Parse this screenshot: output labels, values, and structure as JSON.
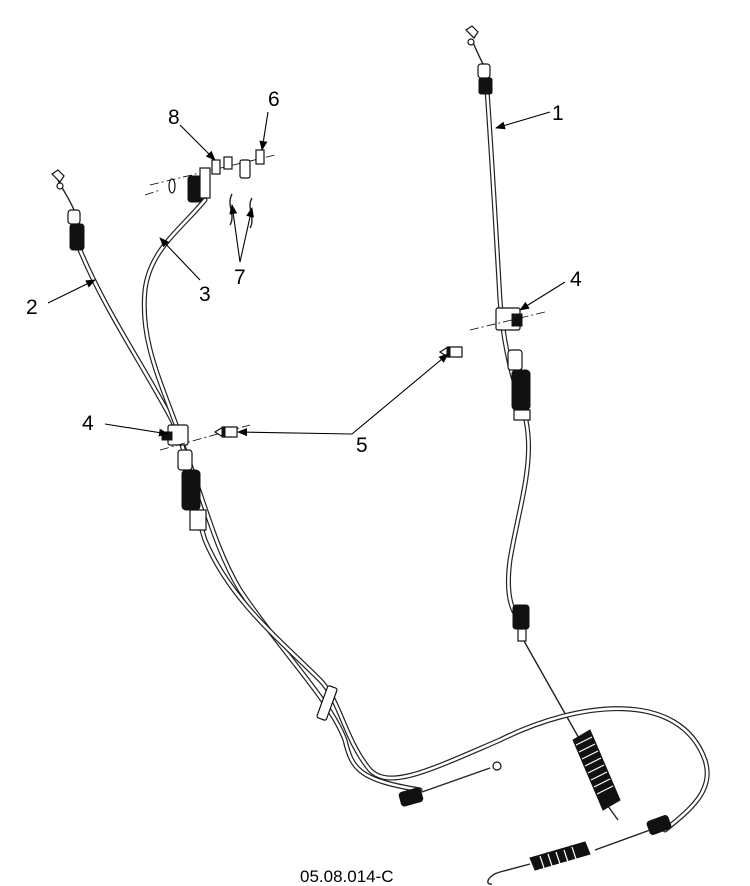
{
  "callouts": {
    "c1": "1",
    "c2": "2",
    "c3": "3",
    "c4a": "4",
    "c4b": "4",
    "c5": "5",
    "c6": "6",
    "c7": "7",
    "c8": "8"
  },
  "figure_code": "05.08.014-C"
}
